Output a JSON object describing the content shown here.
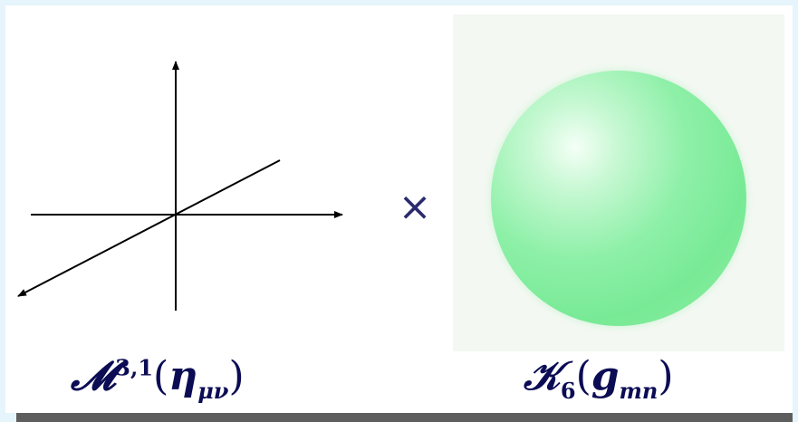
{
  "operator": "×",
  "minkowski_label": {
    "symbol": "𝓜",
    "superscript": "3,1",
    "open": "(",
    "metric": "η",
    "metric_sub": "μν",
    "close": ")"
  },
  "compact_label": {
    "symbol": "𝒦",
    "subscript": "6",
    "open": "(",
    "metric": "g",
    "metric_sub": "mn",
    "close": ")"
  },
  "colors": {
    "label": "#0c0c55",
    "sphere": "#80ec9c",
    "axes": "#000000"
  }
}
